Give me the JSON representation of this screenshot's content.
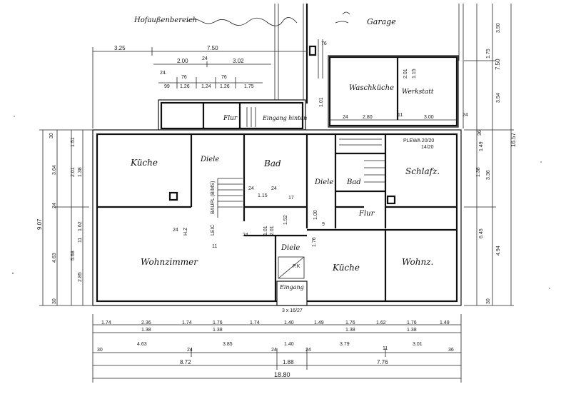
{
  "header": {
    "hof": "Hofaußenbereich",
    "garage": "Garage"
  },
  "rooms": {
    "waschkueche": "Waschküche",
    "werkstatt": "Werkstatt",
    "flur_top": "Flur",
    "eingang_hinten": "Eingang hinten",
    "kueche_left": "Küche",
    "diele_left": "Diele",
    "bad_center": "Bad",
    "diele_center": "Diele",
    "bad_small": "Bad",
    "schlafz": "Schlafz.",
    "flur_right": "Flur",
    "wohnzimmer": "Wohnzimmer",
    "diele_lower": "Diele",
    "pk": "P.K",
    "eingang": "Eingang",
    "kueche_right": "Küche",
    "wohnz_right": "Wohnz."
  },
  "notes": {
    "plewa": "PLEWA 20/20",
    "plewa_sub": "14/20",
    "baupl": "BAUPL (BIMS)",
    "leic": "LEIC",
    "hz": "H.Z",
    "stairs": "3 x 16/27"
  },
  "dims_top": {
    "d325": "3.25",
    "d750": "7.50",
    "d200": "2.00",
    "d24a": "24",
    "d302": "3.02",
    "d24b": "24.",
    "d76a": "76",
    "d76b": "76",
    "d99": "99",
    "d126": "1.26",
    "d124": "1.24",
    "d126b": "1.26",
    "d175": "1.75",
    "d101": "1.01",
    "d76c": "76",
    "d201": "2.01",
    "d115": "1.15",
    "d24c": "24",
    "d280": "2.80",
    "d11": "11",
    "d300": "3.00",
    "d24d": "24"
  },
  "dims_bottom": {
    "r1": [
      "1.74",
      "2.36",
      "1.74",
      "1.76",
      "1.74",
      "1.40",
      "1.49",
      "1.76",
      "1.62",
      "1.76",
      "1.49"
    ],
    "r1sub": [
      "1.38",
      "1.38",
      "1.38",
      "1.38"
    ],
    "r2": [
      "30",
      "4.63",
      "24",
      "3.85",
      "24",
      "1.40",
      "24",
      "3.79",
      "11",
      "3.01",
      "36"
    ],
    "r3": [
      "8.72",
      "1.88",
      "7.76"
    ],
    "r4": "18.80"
  },
  "dims_left": [
    "30",
    "3.64",
    "2.01",
    "1.38",
    "1.51",
    "24",
    "9.07",
    "4.63",
    "5.68",
    "2.85",
    "1.62",
    "11",
    "30"
  ],
  "dims_right": [
    "3.50",
    "1.75",
    "7.50",
    "3.54",
    "16.57",
    "36",
    "1.49",
    "1.38",
    "3.36",
    "6.45",
    "4.94",
    "30"
  ],
  "dims_inner": [
    "1.15",
    "24",
    "24",
    "17",
    "1.52",
    "1.01",
    "24",
    "1.00",
    "9",
    "11",
    "24",
    "2.01",
    "1.76"
  ]
}
